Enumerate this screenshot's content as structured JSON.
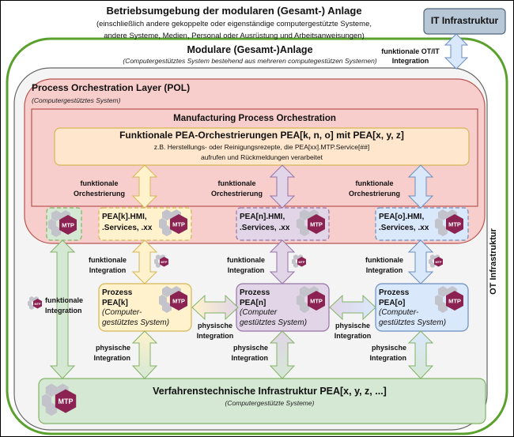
{
  "environment": {
    "title": "Betriebsumgebung der modularen (Gesamt-) Anlage",
    "subtitle_line1": "(einschließlich andere gekoppelte oder eigenständige computergestützte Systeme,",
    "subtitle_line2": "andere Systeme, Medien, Personal oder Ausrüstung und Arbeitsanweisungen)"
  },
  "it_infrastructure": {
    "label": "IT Infrastruktur",
    "link_label_line1": "funktionale OT/IT",
    "link_label_line2": "Integration"
  },
  "modular_plant": {
    "title": "Modulare (Gesamt-)Anlage",
    "subtitle": "(Computergestütztes System bestehend aus mehreren computegestützen Systemen)"
  },
  "ot_infrastructure": {
    "label": "OT Infrastruktur"
  },
  "pol": {
    "title": "Process Orchestration Layer (POL)",
    "subtitle": "(Computergestütztes System)"
  },
  "mpo": {
    "title": "Manufacturing Process Orchestration",
    "orchestration": {
      "title": "Funktionale PEA-Orchestrierungen PEA[k, n, o] mit PEA[x, y, z]",
      "line1": "z.B. Herstellungs- oder Reinigungsrezepte, die PEA[xx].MTP.Service[##]",
      "line2": "aufrufen und Rückmeldungen verarbeitet"
    },
    "orchestration_labels": [
      {
        "line1": "funktionale",
        "line2": "Orchestrierung"
      },
      {
        "line1": "funktionale",
        "line2": "Orchestrierung"
      },
      {
        "line1": "funktionale",
        "line2": "Orchestrierung"
      }
    ]
  },
  "hmi_boxes": [
    {
      "line1": "PEA[k].HMI,",
      "line2": ".Services, .xx",
      "color": "#fff2cc",
      "border": "#d6b656"
    },
    {
      "line1": "PEA[n].HMI,",
      "line2": ".Services, .xx",
      "color": "#e1d5e7",
      "border": "#9673a6"
    },
    {
      "line1": "PEA[o].HMI,",
      "line2": ".Services, .xx",
      "color": "#dae8fc",
      "border": "#6c8ebf"
    }
  ],
  "integration_labels": [
    {
      "line1": "funktionale",
      "line2": "Integration"
    },
    {
      "line1": "funktionale",
      "line2": "Integration"
    },
    {
      "line1": "funktionale",
      "line2": "Integration"
    },
    {
      "line1": "funktionale",
      "line2": "Integration"
    }
  ],
  "process_peas": [
    {
      "title1": "Prozess",
      "title2": "PEA[k]",
      "sub1": "(Computer-",
      "sub2": "gestütztes System)"
    },
    {
      "title1": "Prozess",
      "title2": "PEA[n]",
      "sub1": "(Computer",
      "sub2": "gestütztes System)"
    },
    {
      "title1": "Prozess",
      "title2": "PEA[o]",
      "sub1": "(Computer-",
      "sub2": "gestütztes System)"
    }
  ],
  "physical_labels": [
    {
      "line1": "physische",
      "line2": "Integration"
    },
    {
      "line1": "physische",
      "line2": "Integration"
    },
    {
      "line1": "physische",
      "line2": "Integration"
    },
    {
      "line1": "physische",
      "line2": "Integration"
    },
    {
      "line1": "physische",
      "line2": "Integration"
    }
  ],
  "infrastructure_pea": {
    "title": "Verfahrenstechnische Infrastruktur PEA[x, y, z, ...]",
    "subtitle": "(Computergestützte Systeme)"
  },
  "mtp_badge": {
    "label": "MTP"
  },
  "colors": {
    "green_border": "#5aa02c",
    "pol_fill": "#f8cecc",
    "pol_border": "#b85450",
    "mtp_hex": "#8b2252",
    "gray_hex": "#c0c0c8",
    "it_fill": "#b7c7d6",
    "infra_fill": "#d5e8d4"
  }
}
